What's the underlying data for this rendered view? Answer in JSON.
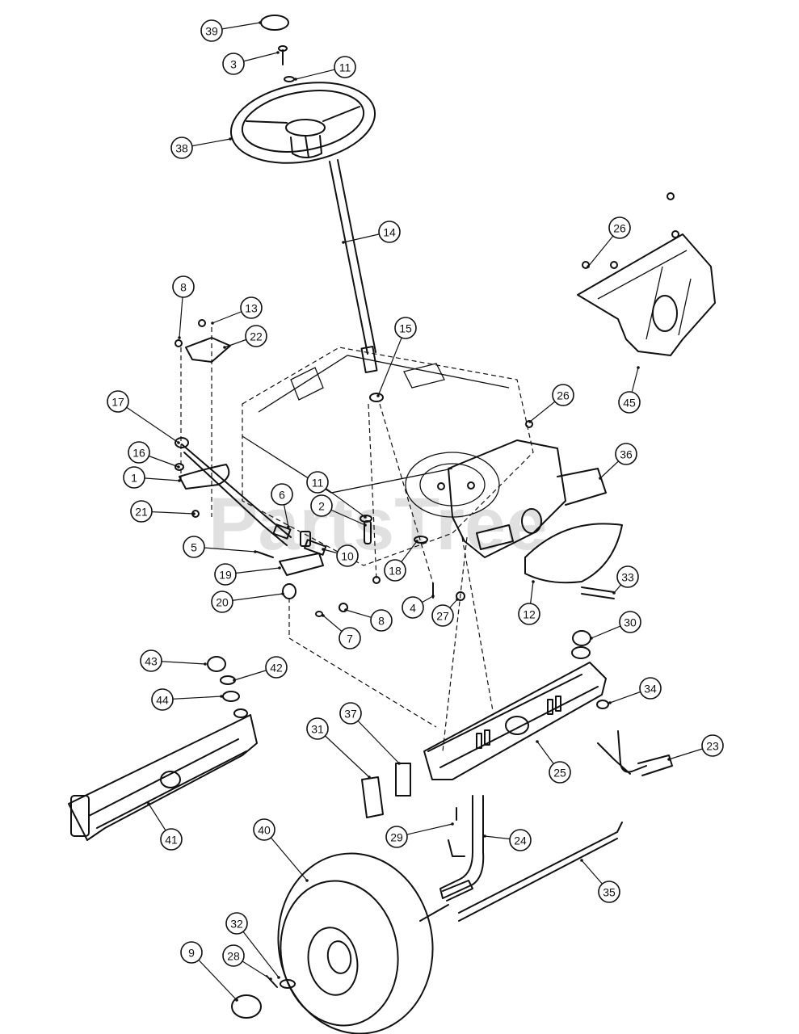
{
  "watermark": "PartsTree",
  "callouts": [
    {
      "label": "39",
      "part": "steering-wheel-cap"
    },
    {
      "label": "3",
      "part": "screw"
    },
    {
      "label": "11",
      "part": "washer"
    },
    {
      "label": "38",
      "part": "steering-wheel"
    },
    {
      "label": "14",
      "part": "steering-shaft"
    },
    {
      "label": "26",
      "part": "screw"
    },
    {
      "label": "45",
      "part": "dash-panel-bracket"
    },
    {
      "label": "8",
      "part": "nut"
    },
    {
      "label": "13",
      "part": "screw"
    },
    {
      "label": "22",
      "part": "plate"
    },
    {
      "label": "15",
      "part": "bushing"
    },
    {
      "label": "17",
      "part": "drag-link"
    },
    {
      "label": "16",
      "part": "washer"
    },
    {
      "label": "1",
      "part": "steering-gear"
    },
    {
      "label": "21",
      "part": "nut"
    },
    {
      "label": "26",
      "part": "screw"
    },
    {
      "label": "36",
      "part": "bracket"
    },
    {
      "label": "6",
      "part": "nut"
    },
    {
      "label": "11",
      "part": "washer"
    },
    {
      "label": "2",
      "part": "pin"
    },
    {
      "label": "10",
      "part": "spacer"
    },
    {
      "label": "5",
      "part": "bolt"
    },
    {
      "label": "19",
      "part": "bellcrank"
    },
    {
      "label": "18",
      "part": "washer"
    },
    {
      "label": "4",
      "part": "bolt"
    },
    {
      "label": "33",
      "part": "bolt"
    },
    {
      "label": "20",
      "part": "bushing"
    },
    {
      "label": "8",
      "part": "nut"
    },
    {
      "label": "7",
      "part": "washer"
    },
    {
      "label": "27",
      "part": "nut"
    },
    {
      "label": "12",
      "part": "axle-bracket"
    },
    {
      "label": "30",
      "part": "cap"
    },
    {
      "label": "43",
      "part": "cap"
    },
    {
      "label": "42",
      "part": "ring"
    },
    {
      "label": "44",
      "part": "washer"
    },
    {
      "label": "34",
      "part": "bushing"
    },
    {
      "label": "31",
      "part": "bushing"
    },
    {
      "label": "37",
      "part": "spacer"
    },
    {
      "label": "23",
      "part": "spindle"
    },
    {
      "label": "25",
      "part": "front-axle"
    },
    {
      "label": "41",
      "part": "axle-cover"
    },
    {
      "label": "29",
      "part": "pin"
    },
    {
      "label": "24",
      "part": "spindle"
    },
    {
      "label": "40",
      "part": "front-wheel"
    },
    {
      "label": "35",
      "part": "tie-rod"
    },
    {
      "label": "32",
      "part": "washer"
    },
    {
      "label": "9",
      "part": "hub-cap"
    },
    {
      "label": "28",
      "part": "pin"
    }
  ]
}
